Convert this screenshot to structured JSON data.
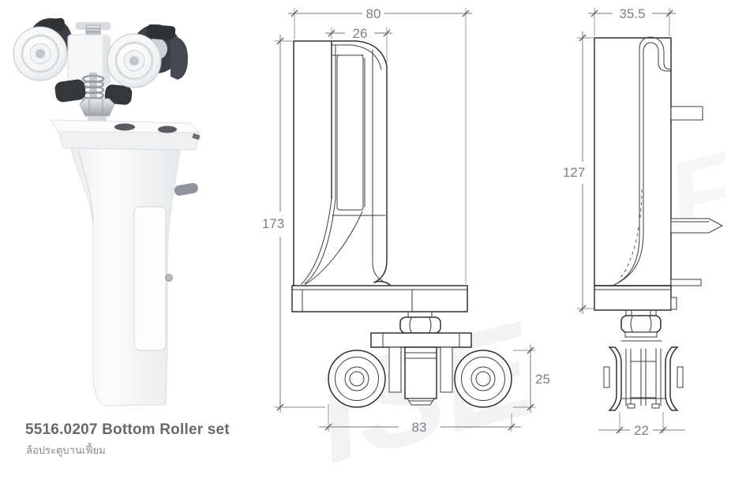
{
  "title_block": {
    "title": "5516.0207 Bottom Roller set",
    "subtitle_thai": "ล้อประตูบานเฟี้ยม"
  },
  "watermark": {
    "text": "ISE",
    "fragment": "F"
  },
  "views": {
    "front_view": {
      "dimensions_mm": {
        "overall_width": "80",
        "arm_width": "26",
        "overall_height": "173",
        "roller_span": "83",
        "roller_height": "25"
      }
    },
    "side_view": {
      "dimensions_mm": {
        "depth": "35.5",
        "body_height": "127",
        "roller_width": "22"
      }
    }
  },
  "colors": {
    "outline": "#2e3134",
    "dimension_line": "#74777b",
    "dimension_text": "#7e8185",
    "title_text": "#66696d"
  }
}
